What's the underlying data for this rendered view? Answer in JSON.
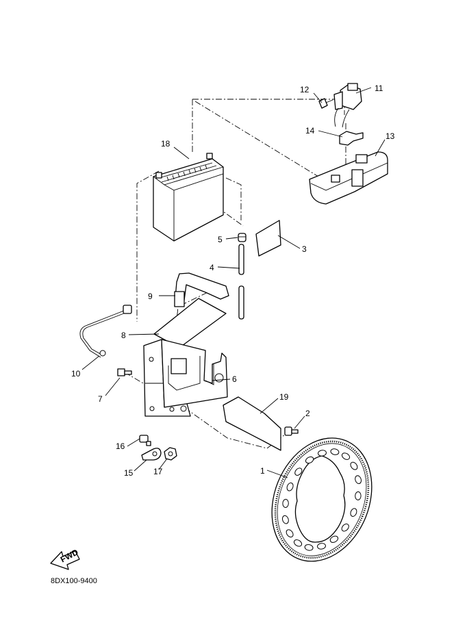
{
  "diagram": {
    "part_code": "8DX100-9400",
    "fwd_label": "FWD",
    "callouts": [
      {
        "id": "c1",
        "text": "1"
      },
      {
        "id": "c2",
        "text": "2"
      },
      {
        "id": "c3",
        "text": "3"
      },
      {
        "id": "c4",
        "text": "4"
      },
      {
        "id": "c5",
        "text": "5"
      },
      {
        "id": "c6",
        "text": "6"
      },
      {
        "id": "c7",
        "text": "7"
      },
      {
        "id": "c8",
        "text": "8"
      },
      {
        "id": "c9",
        "text": "9"
      },
      {
        "id": "c10",
        "text": "10"
      },
      {
        "id": "c11",
        "text": "11"
      },
      {
        "id": "c12",
        "text": "12"
      },
      {
        "id": "c13",
        "text": "13"
      },
      {
        "id": "c14",
        "text": "14"
      },
      {
        "id": "c15",
        "text": "15"
      },
      {
        "id": "c16",
        "text": "16"
      },
      {
        "id": "c17",
        "text": "17"
      },
      {
        "id": "c18",
        "text": "18"
      },
      {
        "id": "c19",
        "text": "19"
      }
    ],
    "line_color": "#000000",
    "background": "#ffffff"
  }
}
